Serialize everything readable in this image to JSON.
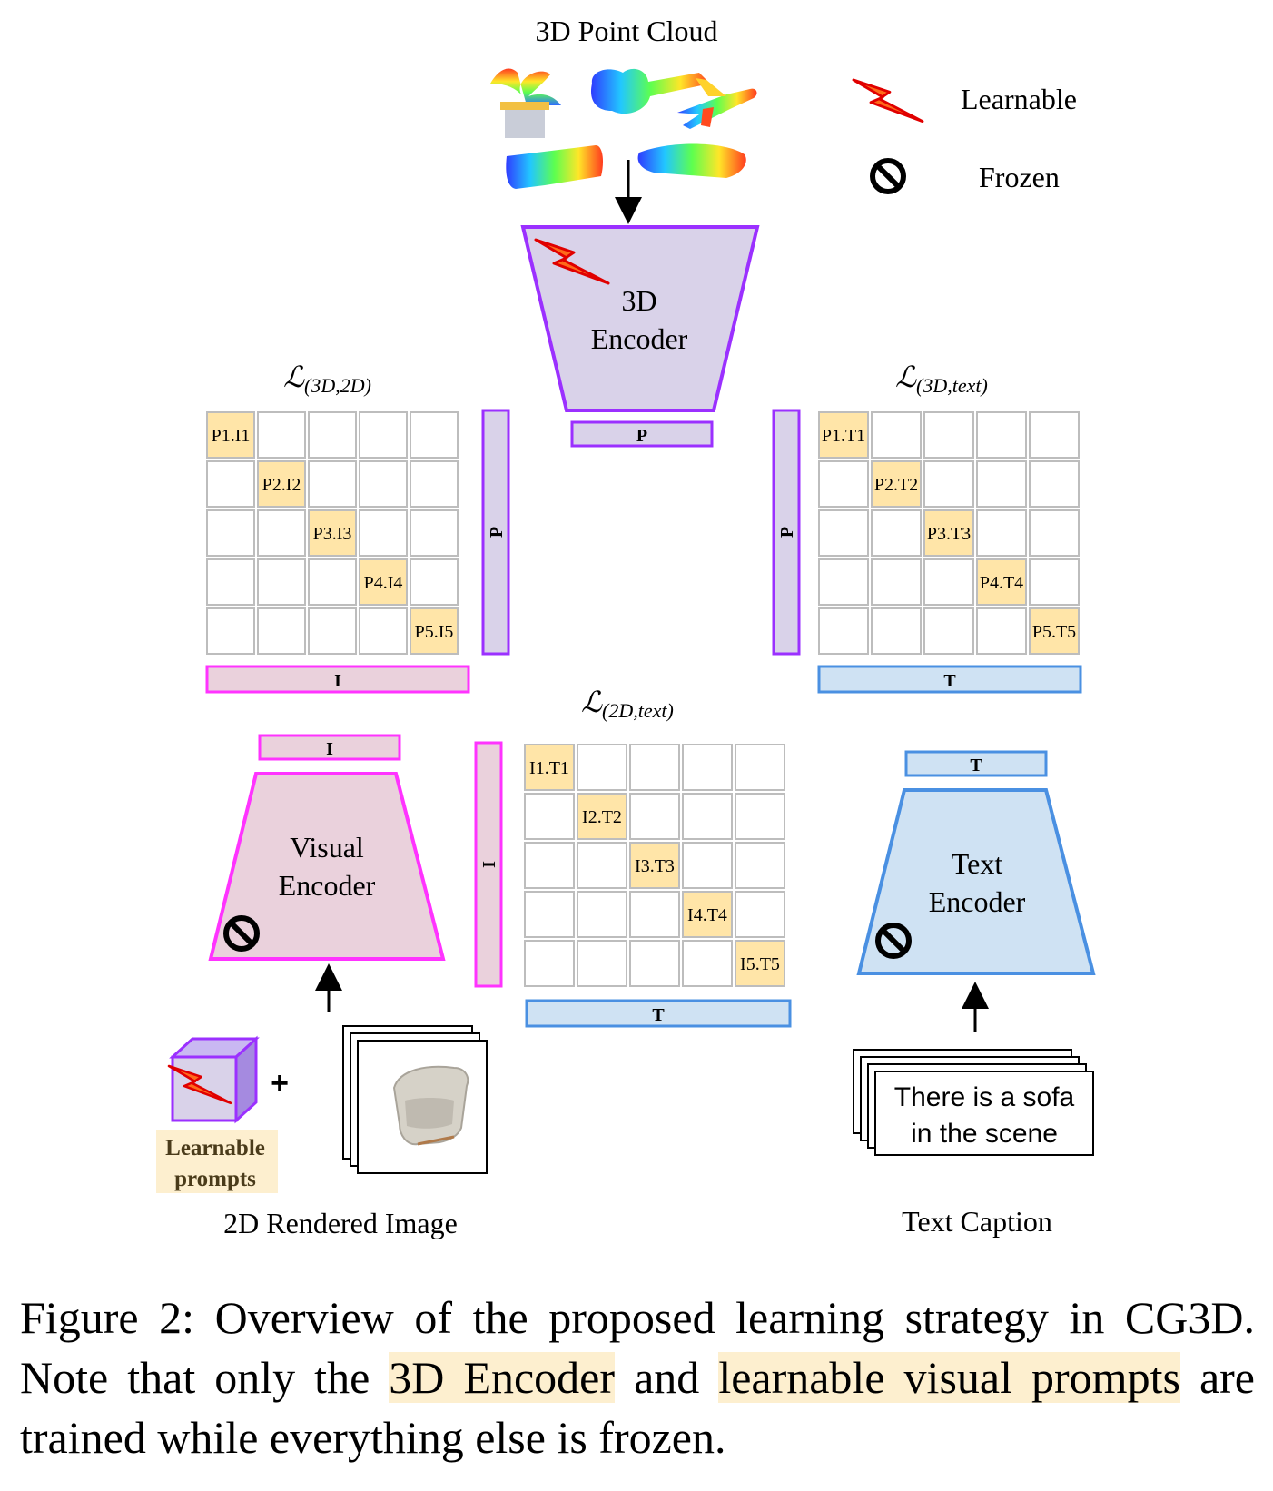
{
  "point_cloud": {
    "title": "3D Point Cloud"
  },
  "legend": {
    "learnable": "Learnable",
    "frozen": "Frozen"
  },
  "encoders": {
    "encoder_3d": {
      "line1": "3D",
      "line2": "Encoder",
      "output": "P"
    },
    "visual": {
      "line1": "Visual",
      "line2": "Encoder",
      "output": "I"
    },
    "text": {
      "line1": "Text",
      "line2": "Encoder",
      "output": "T"
    }
  },
  "matrices": {
    "m3d2d": {
      "title_main": "ℒ",
      "title_sub": "(3D,2D)",
      "row_label": "P",
      "col_label": "I",
      "diag": [
        "P1.I1",
        "P2.I2",
        "P3.I3",
        "P4.I4",
        "P5.I5"
      ]
    },
    "m3dtext": {
      "title_main": "ℒ",
      "title_sub": "(3D,text)",
      "row_label": "P",
      "col_label": "T",
      "diag": [
        "P1.T1",
        "P2.T2",
        "P3.T3",
        "P4.T4",
        "P5.T5"
      ]
    },
    "m2dtext": {
      "title_main": "ℒ",
      "title_sub": "(2D,text)",
      "row_label": "I",
      "col_label": "T",
      "diag": [
        "I1.T1",
        "I2.T2",
        "I3.T3",
        "I4.T4",
        "I5.T5"
      ]
    }
  },
  "inputs": {
    "prompts_line1": "Learnable",
    "prompts_line2": "prompts",
    "plus": "+",
    "image_label": "2D Rendered Image",
    "caption_line1": "There is a sofa",
    "caption_line2": "in the scene",
    "text_label": "Text Caption"
  },
  "caption": {
    "prefix": "Figure 2:  Overview of the proposed learning strategy in CG3D. Note that only the ",
    "hl1": "3D Encoder",
    "mid": " and ",
    "hl2": "learnable visual prompts",
    "suffix": " are trained while everything else is frozen."
  },
  "colors": {
    "purple_fill": "#d9d2e9",
    "purple_stroke": "#9b30ff",
    "pink_fill": "#ead1dc",
    "pink_stroke": "#ff33ff",
    "blue_fill": "#cfe2f3",
    "blue_stroke": "#4a90e2",
    "diag_fill": "#ffe5a8",
    "highlight": "#fdefcf"
  }
}
